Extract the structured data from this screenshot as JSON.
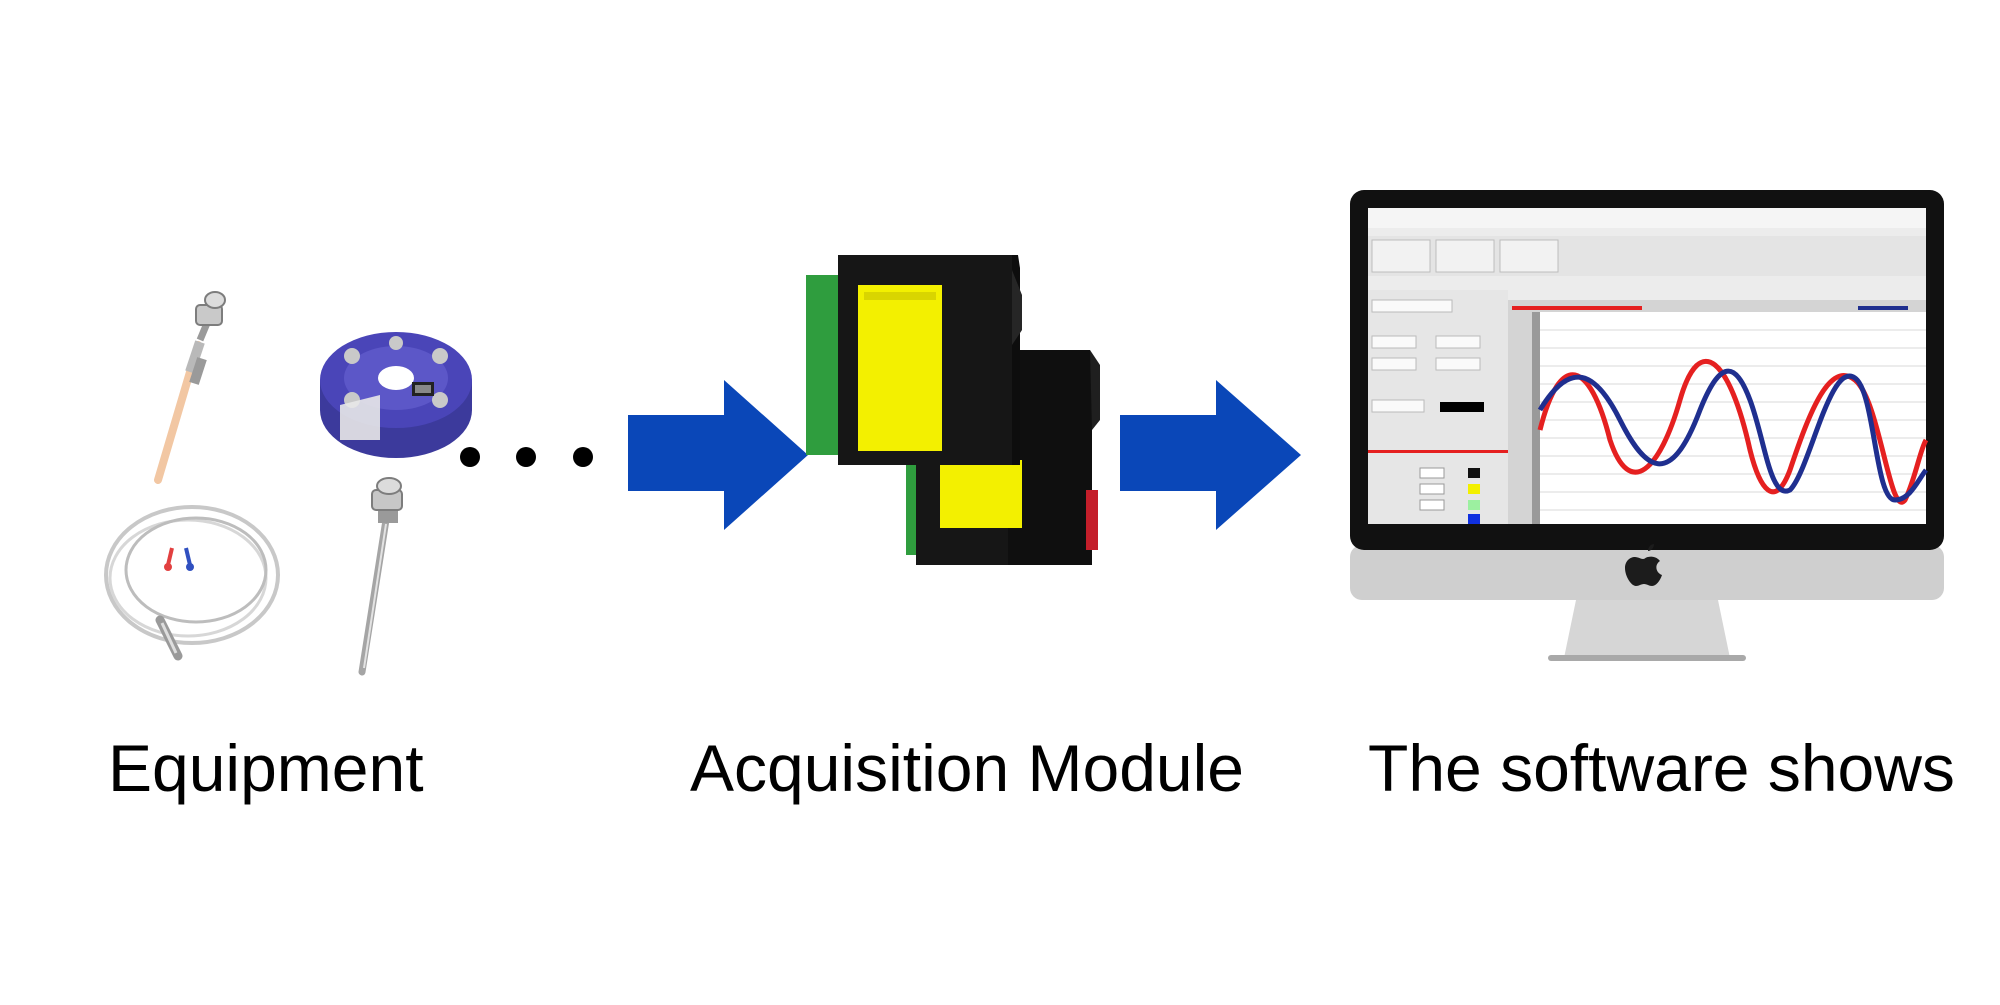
{
  "stages": [
    {
      "caption": "Equipment"
    },
    {
      "caption": "Acquisition Module"
    },
    {
      "caption": "The software shows"
    }
  ],
  "colors": {
    "arrow": "#0a47b8",
    "module_body": "#161616",
    "module_label": "#f3f000",
    "terminal": "#2f9d3e",
    "transmitter": "#4a45b8",
    "wave_red": "#e52020",
    "wave_blue": "#1f2f8f"
  },
  "icons": [
    "thermocouple-probe-icon",
    "temperature-transmitter-icon",
    "rtd-cable-sensor-icon",
    "rtd-probe-icon",
    "ellipsis-icon",
    "acquisition-module-icon",
    "monitor-icon",
    "apple-logo-icon"
  ]
}
